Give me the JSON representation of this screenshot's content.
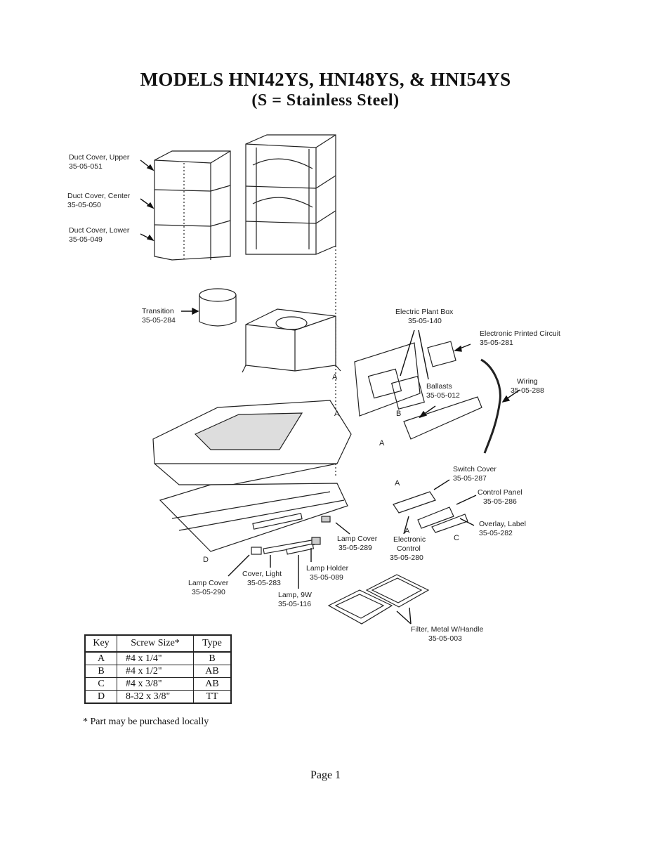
{
  "title": "MODELS HNI42YS, HNI48YS, & HNI54YS",
  "subtitle": "(S = Stainless Steel)",
  "parts": {
    "duct_upper": {
      "name": "Duct Cover, Upper",
      "number": "35-05-051"
    },
    "duct_center": {
      "name": "Duct Cover, Center",
      "number": "35-05-050"
    },
    "duct_lower": {
      "name": "Duct Cover, Lower",
      "number": "35-05-049"
    },
    "transition": {
      "name": "Transition",
      "number": "35-05-284"
    },
    "plant_box": {
      "name": "Electric Plant Box",
      "number": "35-05-140"
    },
    "printed_circuit": {
      "name": "Electronic Printed Circuit",
      "number": "35-05-281"
    },
    "wiring": {
      "name": "Wiring",
      "number": "35-05-288"
    },
    "ballasts": {
      "name": "Ballasts",
      "number": "35-05-012"
    },
    "switch_cover": {
      "name": "Switch Cover",
      "number": "35-05-287"
    },
    "control_panel": {
      "name": "Control Panel",
      "number": "35-05-286"
    },
    "overlay_label": {
      "name": "Overlay, Label",
      "number": "35-05-282"
    },
    "electronic_control": {
      "name": "Electronic",
      "name2": "Control",
      "number": "35-05-280"
    },
    "lamp_cover_right": {
      "name": "Lamp Cover",
      "number": "35-05-289"
    },
    "lamp_holder": {
      "name": "Lamp Holder",
      "number": "35-05-089"
    },
    "cover_light": {
      "name": "Cover, Light",
      "number": "35-05-283"
    },
    "lamp_cover_left": {
      "name": "Lamp Cover",
      "number": "35-05-290"
    },
    "lamp": {
      "name": "Lamp, 9W",
      "number": "35-05-116"
    },
    "filter": {
      "name": "Filter, Metal W/Handle",
      "number": "35-05-003"
    }
  },
  "keys": {
    "a": "A",
    "b": "B",
    "c": "C",
    "d": "D"
  },
  "table": {
    "headers": [
      "Key",
      "Screw Size*",
      "Type"
    ],
    "rows": [
      [
        "A",
        "#4 x 1/4\"",
        "B"
      ],
      [
        "B",
        "#4 x 1/2\"",
        "AB"
      ],
      [
        "C",
        "#4 x 3/8\"",
        "AB"
      ],
      [
        "D",
        "8-32 x 3/8\"",
        "TT"
      ]
    ]
  },
  "note": "* Part may be purchased locally",
  "page": "Page 1"
}
